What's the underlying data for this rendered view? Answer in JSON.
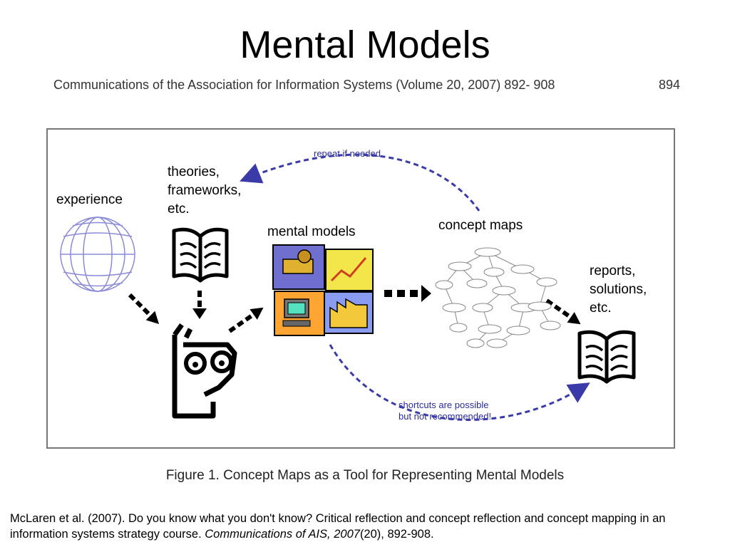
{
  "slide": {
    "title": "Mental Models",
    "header": {
      "journal": "Communications of the Association for Information Systems (Volume 20, 2007) 892- 908",
      "page": "894"
    },
    "caption": "Figure 1. Concept Maps as a Tool for Representing Mental Models",
    "citation": {
      "text1": "McLaren et al. (2007). Do you know what you don't know? Critical reflection and concept reflection and concept mapping in an information systems strategy course. ",
      "journal": "Communications of AIS, 2007",
      "text2": "(20), 892-908."
    }
  },
  "diagram": {
    "labels": {
      "experience": "experience",
      "theories_1": "theories,",
      "theories_2": "frameworks,",
      "theories_3": "etc.",
      "mental_models": "mental models",
      "concept_maps": "concept maps",
      "reports_1": "reports,",
      "reports_2": "solutions,",
      "reports_3": "etc.",
      "repeat": "repeat if needed",
      "shortcuts_1": "shortcuts are possible",
      "shortcuts_2": "but not recommended!"
    },
    "colors": {
      "dashed_arrow": "#3a3aa8",
      "annotation_text": "#2b2b9a",
      "globe": "#8a8ad8",
      "ink": "#000000"
    },
    "icons": [
      "globe-icon",
      "open-book-icon",
      "thinking-person-icon",
      "clipart-collage-icon",
      "concept-map-thumbnail-icon",
      "open-book-icon"
    ]
  }
}
